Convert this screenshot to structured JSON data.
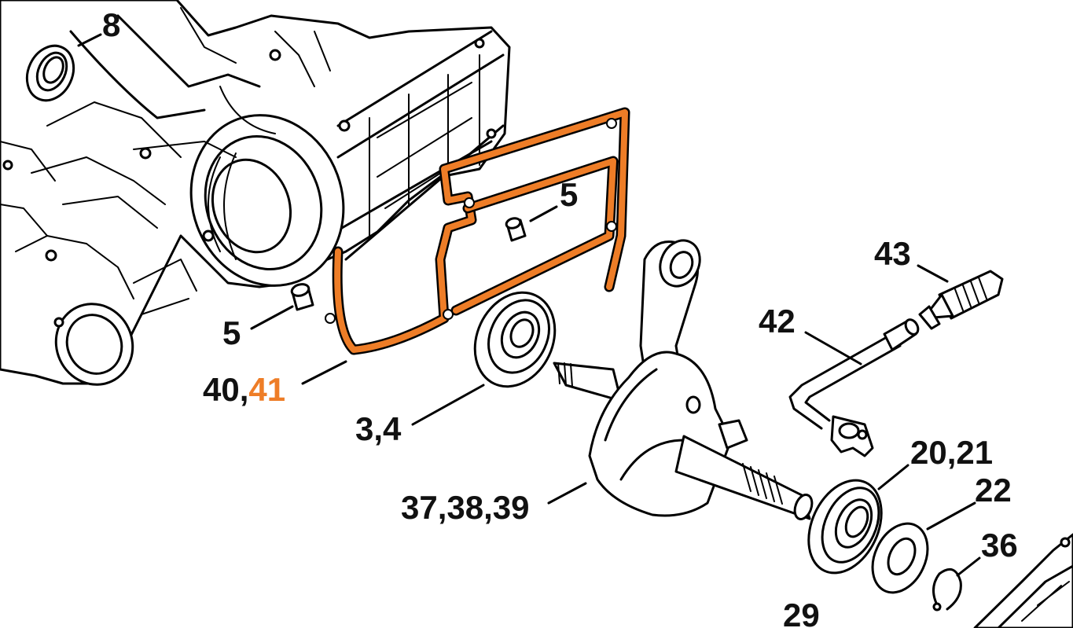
{
  "colors": {
    "highlight": "#ee7d27",
    "ink": "#111111",
    "background": "#ffffff"
  },
  "callouts": {
    "c8": "8",
    "c5_top": "5",
    "c5_left": "5",
    "c40": "40,",
    "c41": "41",
    "c34": "3,4",
    "c373839": "37,38,39",
    "c43": "43",
    "c42": "42",
    "c2021": "20,21",
    "c22": "22",
    "c36": "36",
    "c29": "29"
  }
}
